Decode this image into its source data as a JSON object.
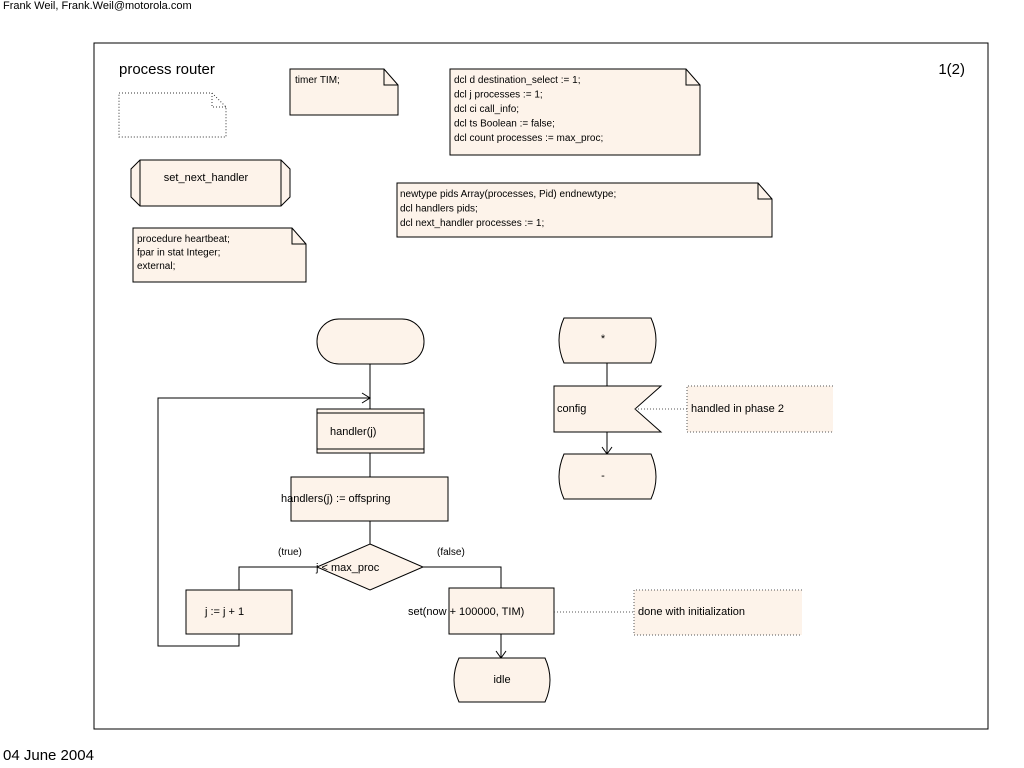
{
  "header": {
    "author": "Frank Weil, Frank.Weil@motorola.com"
  },
  "footer": {
    "date": "04 June 2004"
  },
  "frame": {
    "title": "process router",
    "page": "1(2)"
  },
  "texts": {
    "timer": [
      "timer TIM;"
    ],
    "dcl": [
      "dcl d destination_select := 1;",
      "dcl j processes := 1;",
      "dcl ci call_info;",
      "dcl ts Boolean := false;",
      "dcl count processes := max_proc;"
    ],
    "newtype": [
      "newtype pids Array(processes, Pid) endnewtype;",
      "dcl handlers pids;",
      "dcl next_handler processes := 1;"
    ],
    "procedure_decl": [
      "procedure heartbeat;",
      "fpar in stat Integer;",
      "external;"
    ]
  },
  "symbols": {
    "procedure_ref": "set_next_handler",
    "start": "",
    "procedure_call": "handler(j)",
    "task_assign": "handlers(j) := offspring",
    "decision": "j < max_proc",
    "branch_true": "(true)",
    "branch_false": "(false)",
    "task_increment": "j := j + 1",
    "set_timer": "set(now + 100000, TIM)",
    "set_timer_comment": "done with initialization",
    "state_idle": "idle",
    "state_any": "*",
    "input_signal": "config",
    "input_comment": "handled in phase 2",
    "nextstate_same": "-"
  },
  "colors": {
    "symbol_fill": "#fdf3ea",
    "stroke": "#000000"
  }
}
